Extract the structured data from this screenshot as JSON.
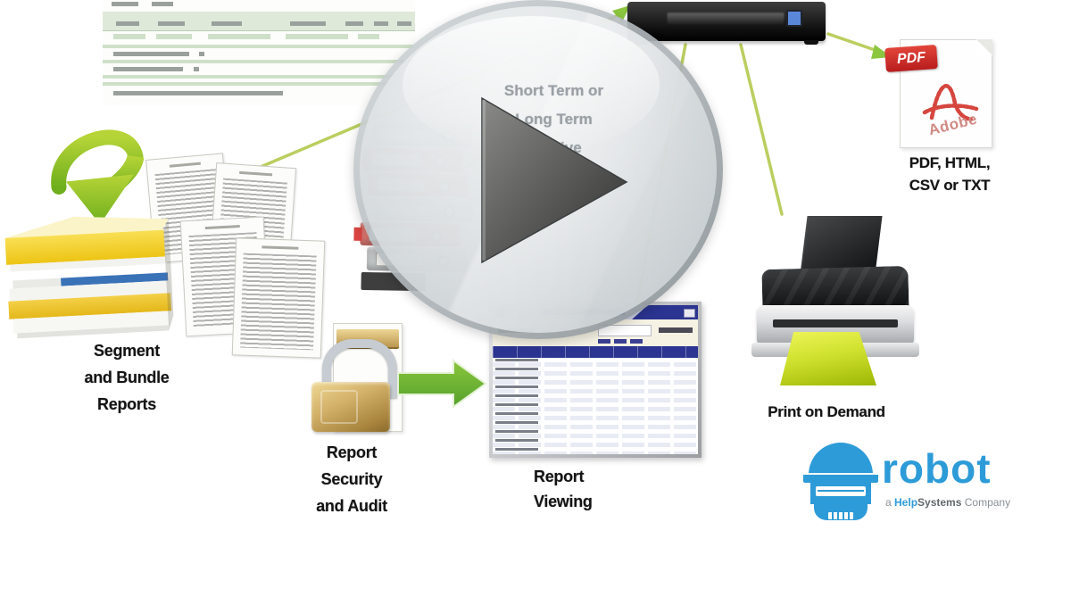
{
  "diagram": {
    "archive": {
      "lines": [
        "Short Term or",
        "Long Term",
        "Archive"
      ]
    },
    "segment_bundle": {
      "lines": [
        "Segment",
        "and Bundle",
        "Reports"
      ]
    },
    "report_security": {
      "lines": [
        "Report",
        "Security",
        "and Audit"
      ]
    },
    "report_viewing": {
      "lines": [
        "Report",
        "Viewing"
      ]
    },
    "print_on_demand": {
      "label": "Print on Demand"
    },
    "output_formats": {
      "lines": [
        "PDF, HTML,",
        "CSV or TXT"
      ]
    },
    "pdf_icon": {
      "badge": "PDF",
      "brand": "Adobe"
    }
  },
  "logo": {
    "wordmark": "robot",
    "tagline_prefix": "a ",
    "tagline_brand": "Help",
    "tagline_mid": "Systems",
    "tagline_suffix": " Company"
  },
  "colors": {
    "connector_green": "#b3c94f",
    "arrow_green": "#76c043",
    "download_green": "#8cc63f",
    "logo_blue": "#2d9bd8",
    "navy_header": "#2b3490",
    "pdf_red": "#cc2229",
    "book_yellow": "#f6d42d",
    "binder_red": "#d96059",
    "lock_gold": "#c8a24e",
    "paper_lime": "#c3d522",
    "server_black": "#161616"
  }
}
